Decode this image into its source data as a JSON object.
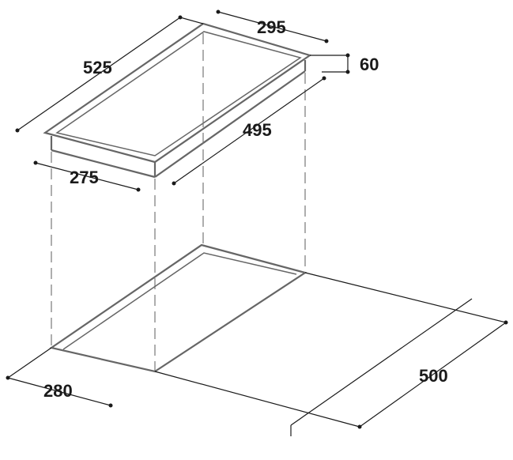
{
  "diagram": {
    "title": "Hob installation dimensions",
    "hob": {
      "length": "525",
      "width": "295",
      "height": "60",
      "inner_length": "495",
      "inner_width": "275"
    },
    "cutout": {
      "width": "280",
      "depth": "500"
    }
  }
}
